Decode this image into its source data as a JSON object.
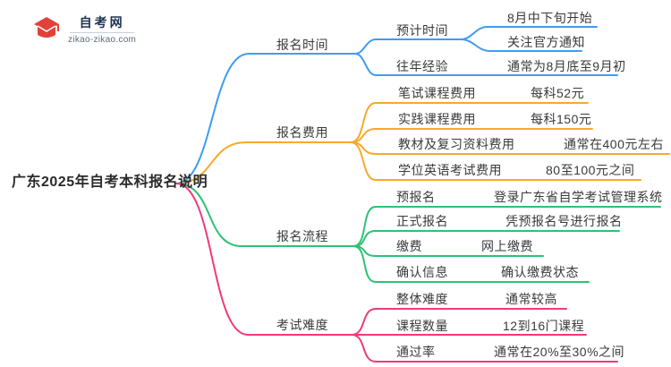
{
  "logo": {
    "site_name": "自考网",
    "site_url": "zikao-zikao.com"
  },
  "root": {
    "label": "广东2025年自考本科报名说明"
  },
  "branches": [
    {
      "label": "报名时间",
      "color": "#3f9cf1",
      "children": [
        {
          "label": "预计时间",
          "children": [
            {
              "label": "8月中下旬开始"
            },
            {
              "label": "关注官方通知"
            }
          ]
        },
        {
          "label": "往年经验",
          "children": [
            {
              "label": "通常为8月底至9月初"
            }
          ]
        }
      ]
    },
    {
      "label": "报名费用",
      "color": "#f7a92a",
      "children": [
        {
          "label": "笔试课程费用",
          "children": [
            {
              "label": "每科52元"
            }
          ]
        },
        {
          "label": "实践课程费用",
          "children": [
            {
              "label": "每科150元"
            }
          ]
        },
        {
          "label": "教材及复习资料费用",
          "children": [
            {
              "label": "通常在400元左右"
            }
          ]
        },
        {
          "label": "学位英语考试费用",
          "children": [
            {
              "label": "80至100元之间"
            }
          ]
        }
      ]
    },
    {
      "label": "报名流程",
      "color": "#2ec177",
      "children": [
        {
          "label": "预报名",
          "children": [
            {
              "label": "登录广东省自学考试管理系统"
            }
          ]
        },
        {
          "label": "正式报名",
          "children": [
            {
              "label": "凭预报名号进行报名"
            }
          ]
        },
        {
          "label": "缴费",
          "children": [
            {
              "label": "网上缴费"
            }
          ]
        },
        {
          "label": "确认信息",
          "children": [
            {
              "label": "确认缴费状态"
            }
          ]
        }
      ]
    },
    {
      "label": "考试难度",
      "color": "#f03a7c",
      "children": [
        {
          "label": "整体难度",
          "children": [
            {
              "label": "通常较高"
            }
          ]
        },
        {
          "label": "课程数量",
          "children": [
            {
              "label": "12到16门课程"
            }
          ]
        },
        {
          "label": "通过率",
          "children": [
            {
              "label": "通常在20%至30%之间"
            }
          ]
        }
      ]
    }
  ]
}
